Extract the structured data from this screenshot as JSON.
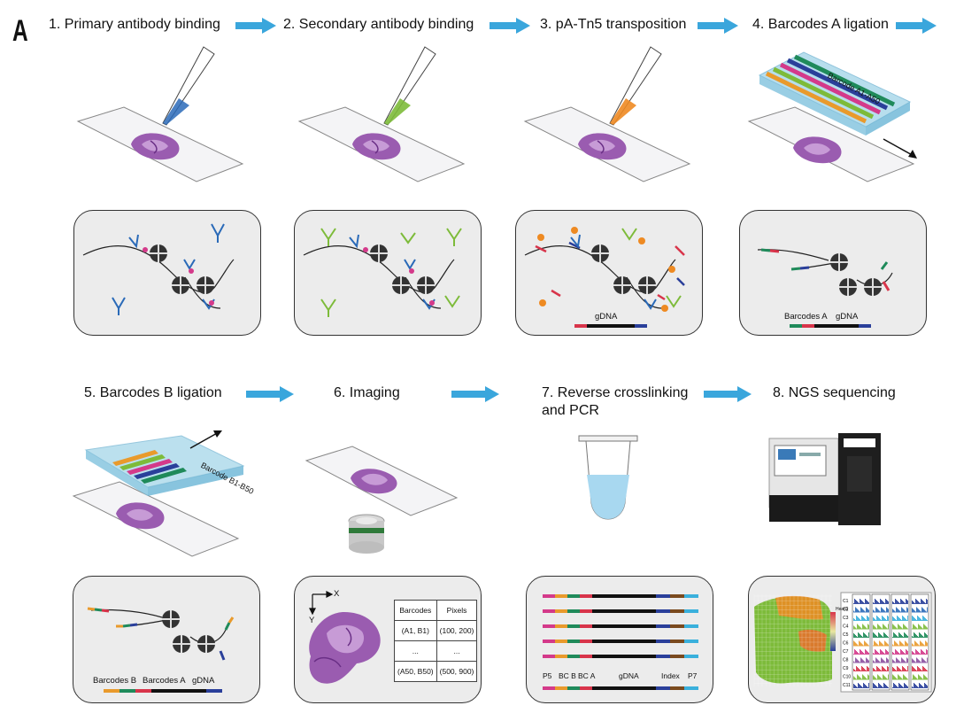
{
  "panel_letter": "A",
  "steps": [
    {
      "title": "1. Primary antibody binding"
    },
    {
      "title": "2. Secondary antibody binding"
    },
    {
      "title": "3. pA-Tn5 transposition"
    },
    {
      "title": "4. Barcodes A ligation"
    },
    {
      "title": "5. Barcodes B ligation"
    },
    {
      "title": "6. Imaging"
    },
    {
      "title": "7. Reverse crosslinking\nand PCR"
    },
    {
      "title": "8. NGS sequencing"
    }
  ],
  "labels": {
    "gdna_step3": "gDNA",
    "barcodes_a_step4": "Barcodes A",
    "gdna_step4": "gDNA",
    "barcode_a_range": "Barcode A1-A50",
    "barcode_b_range": "Barcode B1-B50",
    "barcodes_b_step5": "Barcodes B",
    "barcodes_a_step5": "Barcodes A",
    "gdna_step5": "gDNA",
    "axis_x": "X",
    "axis_y": "Y",
    "p5": "P5",
    "bc_b": "BC B",
    "bc_a": "BC A",
    "gdna_step7": "gDNA",
    "index": "Index",
    "p7": "P7",
    "legend_title": "HeatG"
  },
  "table": {
    "headers": [
      "Barcodes",
      "Pixels"
    ],
    "rows": [
      [
        "(A1, B1)",
        "(100, 200)"
      ],
      [
        "...",
        "..."
      ],
      [
        "(A50, B50)",
        "(500, 900)"
      ]
    ]
  },
  "track_labels": [
    "C1",
    "C2",
    "C3",
    "C4",
    "C5",
    "C6",
    "C7",
    "C8",
    "C9",
    "C10",
    "C11"
  ],
  "colors": {
    "arrow": "#3aa6dc",
    "primary_drop": "#2a6ab8",
    "secondary_drop": "#7dbb3a",
    "tn5_drop": "#ee8a22",
    "tissue": "#8a4fa0",
    "barcode_green": "#1f8a5a",
    "barcode_red": "#d8344a",
    "barcode_orange": "#e99a2c",
    "barcode_blue": "#2a3f9a",
    "barcode_magenta": "#d43a8a",
    "barcode_cyan": "#3ab0dc",
    "barcode_brown": "#7a4a1e"
  }
}
